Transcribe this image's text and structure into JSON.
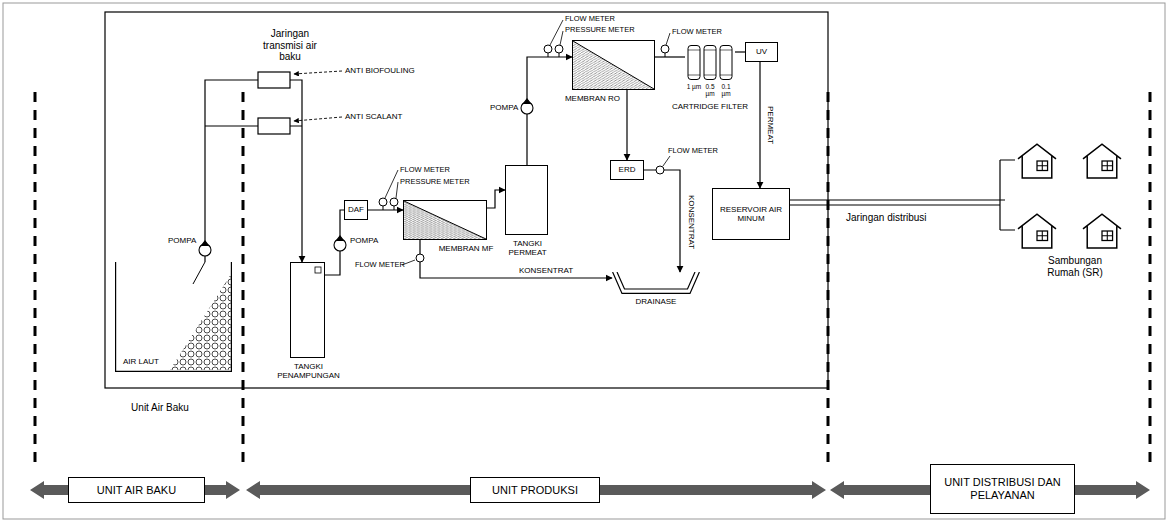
{
  "diagram": {
    "nodes": [
      {
        "text": [
          "AIR LAUT"
        ]
      },
      {
        "text": [
          "TANGKI PENAMPUNGAN"
        ]
      },
      {
        "text": [
          "DAF"
        ]
      },
      {
        "text": [
          "MEMBRAN MF"
        ]
      },
      {
        "text": [
          "TANGKI PERMEAT"
        ]
      },
      {
        "text": [
          "MEMBRAN RO"
        ]
      },
      {
        "text": [
          "ERD"
        ]
      },
      {
        "text": [
          "CARTRIDGE FILTER"
        ]
      },
      {
        "text": [
          "UV"
        ]
      },
      {
        "text": [
          "RESERVOIR AIR MINUM"
        ]
      },
      {
        "text": [
          "DRAINASE"
        ]
      },
      {
        "text": [
          "Sambungan Rumah (SR)"
        ]
      },
      {
        "text": [
          "UNIT AIR BAKU"
        ]
      },
      {
        "text": [
          "UNIT PRODUKSI"
        ]
      },
      {
        "text": [
          "UNIT DISTRIBUSI DAN PELAYANAN"
        ]
      }
    ],
    "edges": [
      {
        "from": 0,
        "to": 1,
        "arrow": "to"
      },
      {
        "from": 1,
        "to": 2,
        "arrow": "none"
      },
      {
        "from": 2,
        "to": 3,
        "arrow": "to"
      },
      {
        "from": 3,
        "to": 4,
        "arrow": "to"
      },
      {
        "from": 3,
        "to": 10,
        "arrow": "to",
        "label": "KONSENTRAT"
      },
      {
        "from": 4,
        "to": 5,
        "arrow": "to"
      },
      {
        "from": 5,
        "to": 6,
        "arrow": "to"
      },
      {
        "from": 6,
        "to": 10,
        "arrow": "to",
        "label": "KONSENTRAT"
      },
      {
        "from": 5,
        "to": 7,
        "arrow": "none"
      },
      {
        "from": 7,
        "to": 8,
        "arrow": "none"
      },
      {
        "from": 8,
        "to": 9,
        "arrow": "to",
        "label": "PERMEAT"
      },
      {
        "from": 9,
        "to": 11,
        "arrow": "none",
        "label": "Jaringan distribusi"
      }
    ],
    "labels": [
      "Jaringan transmisi air baku",
      "ANTI BIOFOULING",
      "ANTI SCALANT",
      "POMPA",
      "POMPA",
      "FLOW METER",
      "PRESSURE METER",
      "FLOW METER",
      "POMPA",
      "FLOW METER",
      "PRESSURE METER",
      "FLOW METER",
      "1 µm",
      "0.5 µm",
      "0.1 µm",
      "FLOW METER",
      "Unit Air Baku"
    ]
  }
}
